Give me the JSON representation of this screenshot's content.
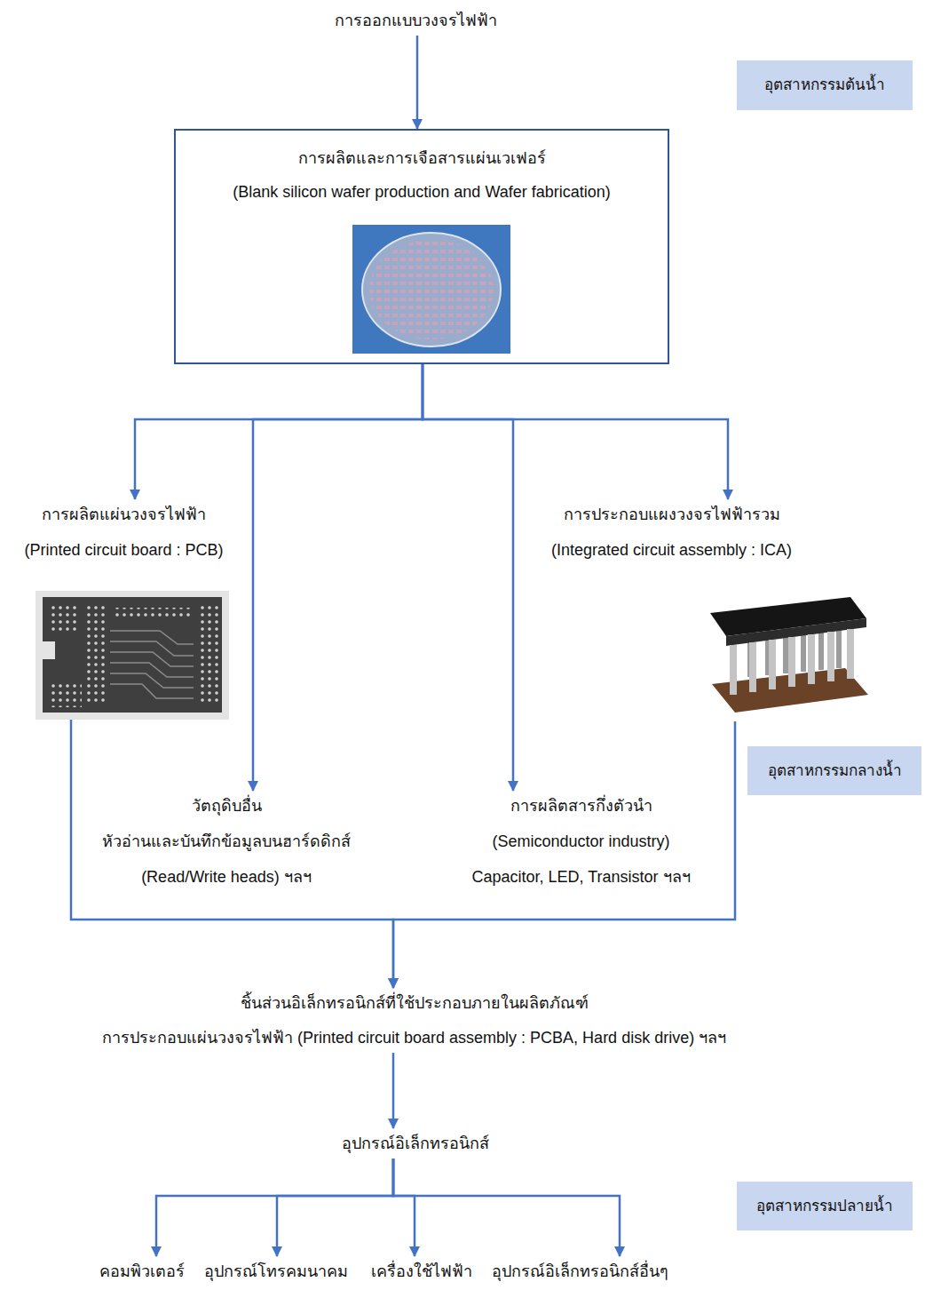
{
  "diagram": {
    "nodes": [
      {
        "text": [
          "การออกแบบวงจรไฟฟ้า"
        ]
      },
      {
        "text": [
          "อุตสาหกรรมต้นน้ำ"
        ]
      },
      {
        "text": [
          "การผลิตและการเจือสารแผ่นเวเฟอร์",
          "(Blank silicon wafer production and Wafer fabrication)"
        ]
      },
      {
        "text": [
          "การผลิตแผ่นวงจรไฟฟ้า",
          "(Printed circuit board : PCB)"
        ]
      },
      {
        "text": [
          "การประกอบแผงวงจรไฟฟ้ารวม",
          "(Integrated circuit assembly : ICA)"
        ]
      },
      {
        "text": [
          "อุตสาหกรรมกลางน้ำ"
        ]
      },
      {
        "text": [
          "วัตถุดิบอื่น",
          "หัวอ่านและบันทึกข้อมูลบนฮาร์ดดิกส์",
          "(Read/Write heads) ฯลฯ"
        ]
      },
      {
        "text": [
          "การผลิตสารกึ่งตัวนำ",
          "(Semiconductor industry)",
          "Capacitor, LED, Transistor ฯลฯ"
        ]
      },
      {
        "text": [
          "ชิ้นส่วนอิเล็กทรอนิกส์ที่ใช้ประกอบภายในผลิตภัณฑ์",
          "การประกอบแผ่นวงจรไฟฟ้า (Printed circuit board assembly : PCBA, Hard disk drive) ฯลฯ"
        ]
      },
      {
        "text": [
          "อุปกรณ์อิเล็กทรอนิกส์"
        ]
      },
      {
        "text": [
          "อุตสาหกรรมปลายน้ำ"
        ]
      },
      {
        "text": [
          "คอมพิวเตอร์"
        ]
      },
      {
        "text": [
          "อุปกรณ์โทรคมนาคม"
        ]
      },
      {
        "text": [
          "เครื่องใช้ไฟฟ้า"
        ]
      },
      {
        "text": [
          "อุปกรณ์อิเล็กทรอนิกส์อื่นๆ"
        ]
      }
    ],
    "edges": [
      {
        "from": 0,
        "to": 2,
        "arrow": "to"
      },
      {
        "from": 2,
        "to": 3,
        "arrow": "to"
      },
      {
        "from": 2,
        "to": 6,
        "arrow": "to"
      },
      {
        "from": 2,
        "to": 7,
        "arrow": "to"
      },
      {
        "from": 2,
        "to": 4,
        "arrow": "to"
      },
      {
        "from": 3,
        "to": 8,
        "arrow": "to"
      },
      {
        "from": 4,
        "to": 8,
        "arrow": "to"
      },
      {
        "from": 8,
        "to": 9,
        "arrow": "to"
      },
      {
        "from": 9,
        "to": 11,
        "arrow": "to"
      },
      {
        "from": 9,
        "to": 12,
        "arrow": "to"
      },
      {
        "from": 9,
        "to": 13,
        "arrow": "to"
      },
      {
        "from": 9,
        "to": 14,
        "arrow": "to"
      }
    ]
  }
}
